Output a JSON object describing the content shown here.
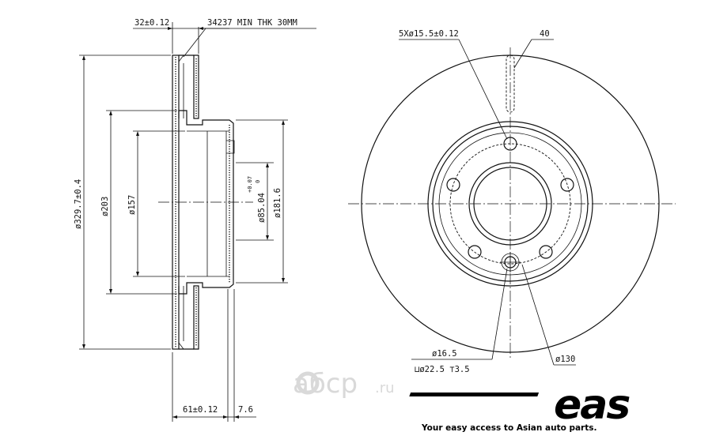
{
  "dimensions": {
    "hub_thickness": "32±0.12",
    "min_thickness": "34237 MIN THK 30MM",
    "outer_diameter": "ø329.7±0.4",
    "dia_203": "ø203",
    "dia_157": "ø157",
    "center_bore": "ø85.04",
    "center_bore_tol_upper": "+0.07",
    "center_bore_tol_lower": "0",
    "dia_181": "ø181.6",
    "total_height": "61±0.12",
    "offset": "7.6",
    "bolt_holes": "5Xø15.5±0.12",
    "slot_width": "40",
    "hole_dia": "ø16.5",
    "counterbore": "⊔ø22.5 ⊤3.5",
    "pcd": "ø130"
  },
  "watermark": {
    "text": "aбcp",
    "suffix": ".ru"
  },
  "brand": {
    "logo": "eas",
    "tagline": "Your easy access to Asian auto parts."
  }
}
